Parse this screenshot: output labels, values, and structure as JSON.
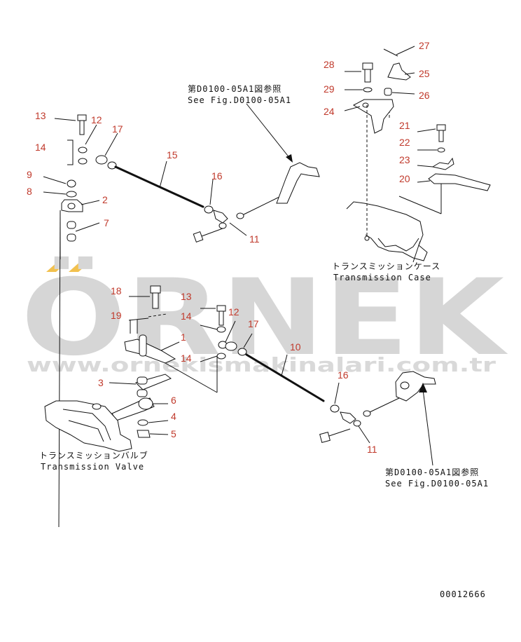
{
  "watermark": {
    "brand": "ÖRNEK",
    "url": "www.ornekismakinalari.com.tr",
    "accent_color": "#f2c14e"
  },
  "colors": {
    "callout": "#c0392b",
    "line": "#111111"
  },
  "callouts": [
    {
      "id": "c13a",
      "text": "13"
    },
    {
      "id": "c12a",
      "text": "12"
    },
    {
      "id": "c17a",
      "text": "17"
    },
    {
      "id": "c14a",
      "text": "14"
    },
    {
      "id": "c9",
      "text": "9"
    },
    {
      "id": "c8",
      "text": "8"
    },
    {
      "id": "c2",
      "text": "2"
    },
    {
      "id": "c7",
      "text": "7"
    },
    {
      "id": "c15",
      "text": "15"
    },
    {
      "id": "c16a",
      "text": "16"
    },
    {
      "id": "c11a",
      "text": "11"
    },
    {
      "id": "c27",
      "text": "27"
    },
    {
      "id": "c28",
      "text": "28"
    },
    {
      "id": "c25",
      "text": "25"
    },
    {
      "id": "c29",
      "text": "29"
    },
    {
      "id": "c26",
      "text": "26"
    },
    {
      "id": "c24",
      "text": "24"
    },
    {
      "id": "c21",
      "text": "21"
    },
    {
      "id": "c22",
      "text": "22"
    },
    {
      "id": "c23",
      "text": "23"
    },
    {
      "id": "c20",
      "text": "20"
    },
    {
      "id": "c18",
      "text": "18"
    },
    {
      "id": "c13b",
      "text": "13"
    },
    {
      "id": "c19",
      "text": "19"
    },
    {
      "id": "c14b",
      "text": "14"
    },
    {
      "id": "c12b",
      "text": "12"
    },
    {
      "id": "c17b",
      "text": "17"
    },
    {
      "id": "c1",
      "text": "1"
    },
    {
      "id": "c14c",
      "text": "14"
    },
    {
      "id": "c10",
      "text": "10"
    },
    {
      "id": "c3",
      "text": "3"
    },
    {
      "id": "c16b",
      "text": "16"
    },
    {
      "id": "c6",
      "text": "6"
    },
    {
      "id": "c4",
      "text": "4"
    },
    {
      "id": "c5",
      "text": "5"
    },
    {
      "id": "c11b",
      "text": "11"
    }
  ],
  "references": {
    "top_jp": "第D0100-05A1図参照",
    "top_en": "See Fig.D0100-05A1",
    "bottom_jp": "第D0100-05A1図参照",
    "bottom_en": "See Fig.D0100-05A1"
  },
  "labels": {
    "case_jp": "トランスミッションケース",
    "case_en": "Transmission Case",
    "valve_jp": "トランスミッションバルブ",
    "valve_en": "Transmission Valve"
  },
  "figure_number": "00012666"
}
